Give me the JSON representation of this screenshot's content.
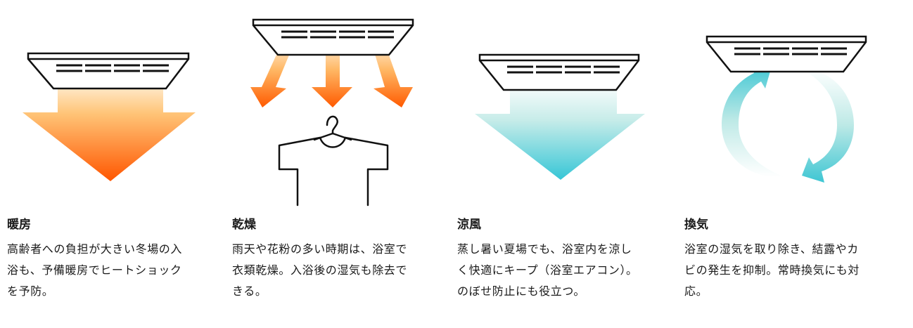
{
  "features": [
    {
      "id": "heating",
      "title": "暖房",
      "lines": [
        "高齢者への負担が大きい冬場の入",
        "浴も、予備暖房でヒートショック",
        "を予防。"
      ],
      "icon": "heating-airflow-icon",
      "colors": {
        "top": "#ffd08a",
        "bottom": "#ff5a00"
      }
    },
    {
      "id": "drying",
      "title": "乾燥",
      "lines": [
        "雨天や花粉の多い時期は、浴室で",
        "衣類乾燥。入浴後の湿気も除去で",
        "きる。"
      ],
      "icon": "clothes-drying-icon",
      "colors": {
        "top": "#ffe9c7",
        "bottom": "#ff5a00"
      }
    },
    {
      "id": "cooling",
      "title": "涼風",
      "lines": [
        "蒸し暑い夏場でも、浴室内を涼し",
        "く快適にキープ（浴室エアコン）。",
        "のぼせ防止にも役立つ。"
      ],
      "icon": "cool-airflow-icon",
      "colors": {
        "top": "#e9f8f6",
        "bottom": "#3ecbd6"
      }
    },
    {
      "id": "ventilation",
      "title": "換気",
      "lines": [
        "浴室の湿気を取り除き、結露やカ",
        "ビの発生を抑制。常時換気にも対",
        "応。"
      ],
      "icon": "ventilation-cycle-icon",
      "colors": {
        "top": "#eaf8f6",
        "bottom": "#3ec6d3"
      }
    }
  ]
}
